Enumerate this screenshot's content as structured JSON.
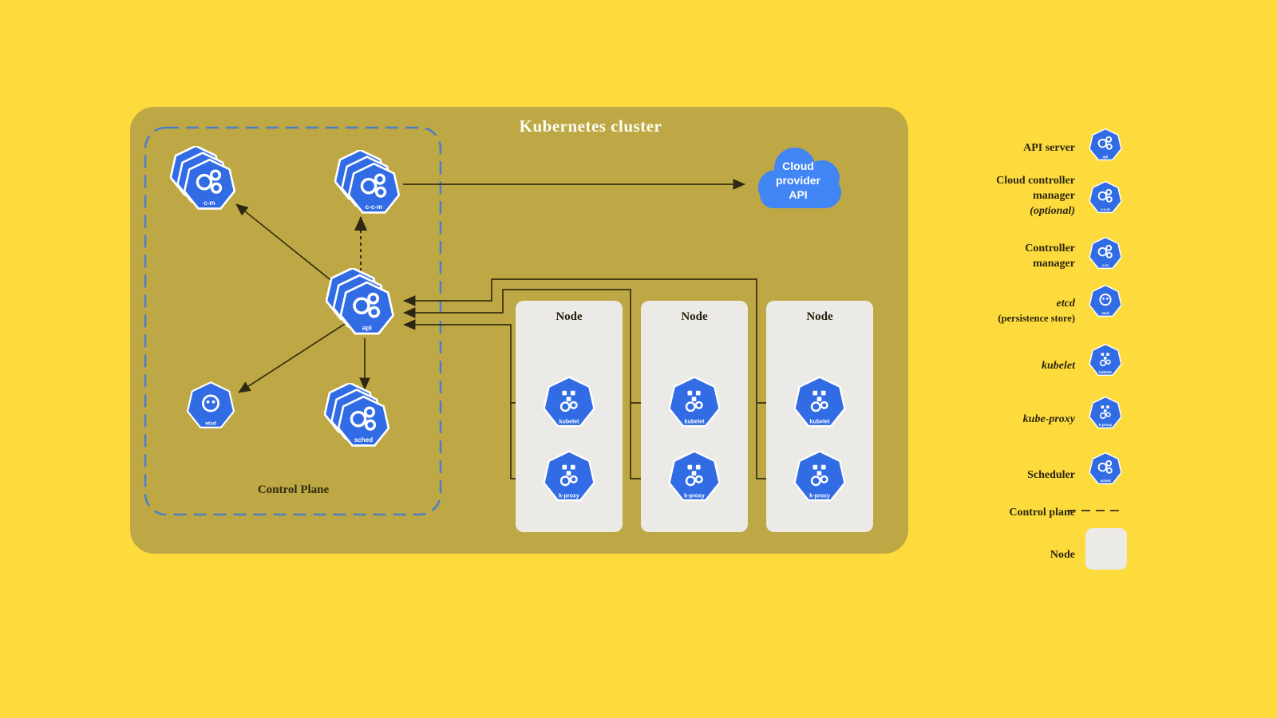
{
  "title": "Kubernetes cluster",
  "control_plane_label": "Control Plane",
  "cloud": {
    "line1": "Cloud",
    "line2": "provider",
    "line3": "API"
  },
  "icons": {
    "cm": "c-m",
    "ccm": "c-c-m",
    "api": "api",
    "etcd": "etcd",
    "sched": "sched",
    "kubelet": "kubelet",
    "kproxy": "k-proxy"
  },
  "nodes": [
    {
      "title": "Node"
    },
    {
      "title": "Node"
    },
    {
      "title": "Node"
    }
  ],
  "legend": {
    "api_server": "API server",
    "ccm_1": "Cloud controller",
    "ccm_2": "manager",
    "ccm_3": "(optional)",
    "cm_1": "Controller",
    "cm_2": "manager",
    "etcd_1": "etcd",
    "etcd_2": "(persistence store)",
    "kubelet": "kubelet",
    "kube_proxy": "kube-proxy",
    "scheduler": "Scheduler",
    "control_plane": "Control plane",
    "node": "Node"
  }
}
